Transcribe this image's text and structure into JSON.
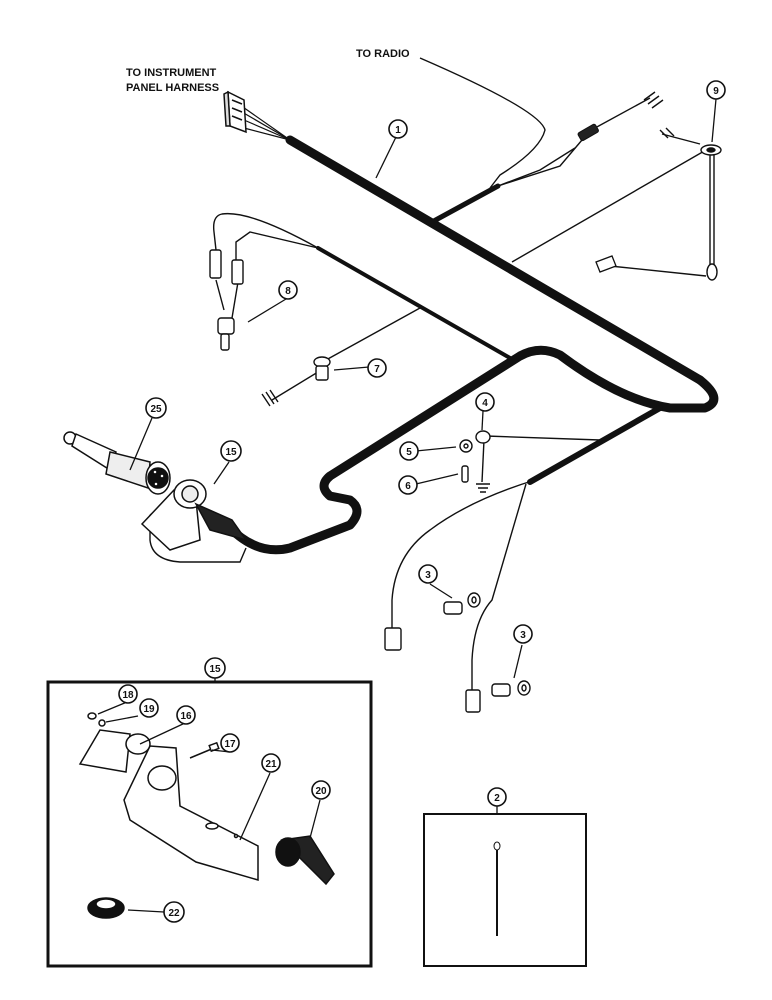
{
  "labels": {
    "instrument_line1": "TO INSTRUMENT",
    "instrument_line2": "PANEL HARNESS",
    "radio": "TO RADIO"
  },
  "callouts": {
    "c1": "1",
    "c2": "2",
    "c3a": "3",
    "c3b": "3",
    "c4": "4",
    "c5": "5",
    "c6": "6",
    "c7": "7",
    "c8": "8",
    "c9": "9",
    "c15a": "15",
    "c15b": "15",
    "c16": "16",
    "c17": "17",
    "c18": "18",
    "c19": "19",
    "c20": "20",
    "c21": "21",
    "c22": "22",
    "c25": "25"
  },
  "colors": {
    "ink": "#111111",
    "paper": "#ffffff"
  }
}
